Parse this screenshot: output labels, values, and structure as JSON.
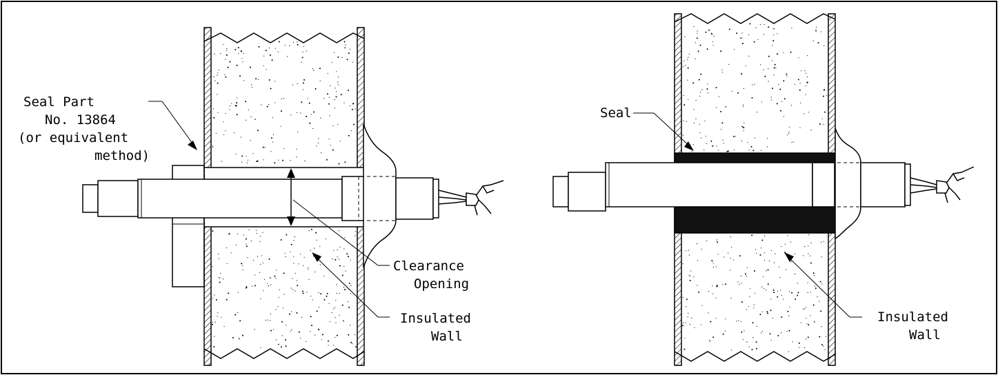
{
  "left_diagram": {
    "seal_label": [
      "Seal Part",
      "No. 13864",
      "(or equivalent",
      "method)"
    ],
    "clearance_label": [
      "Clearance",
      "Opening"
    ],
    "wall_label": [
      "Insulated",
      "Wall"
    ]
  },
  "right_diagram": {
    "seal_label": "Seal",
    "wall_label": [
      "Insulated",
      "Wall"
    ]
  },
  "colors": {
    "line": "#000000",
    "seal_fill": "#111111",
    "background": "#ffffff"
  }
}
